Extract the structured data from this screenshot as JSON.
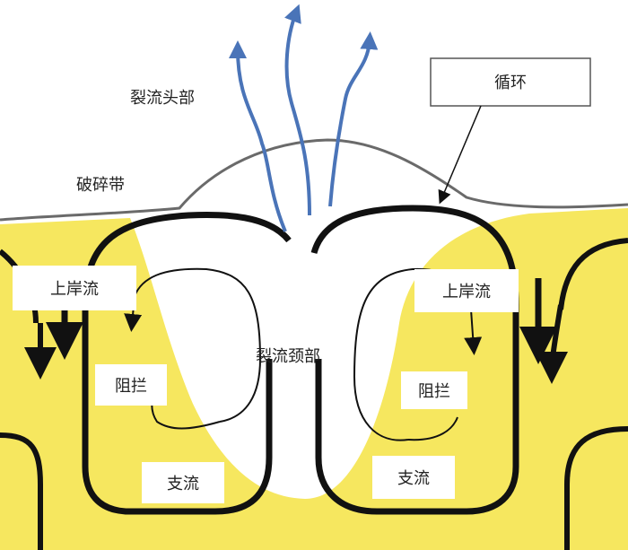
{
  "diagram": {
    "labels": {
      "rip_head": "裂流头部",
      "breaker_zone": "破碎带",
      "circulation": "循环",
      "rip_neck": "裂流颈部",
      "feeder_left": "上岸流",
      "feeder_right": "上岸流",
      "block_left": "阻拦",
      "block_right": "阻拦",
      "branch_left": "支流",
      "branch_right": "支流"
    },
    "colors": {
      "sand": "#f6e75f",
      "circulation_arrow": "#111111",
      "rip_current": "#4a74b8",
      "breaker_line": "#6a6a6a",
      "box_border": "#555555"
    }
  }
}
